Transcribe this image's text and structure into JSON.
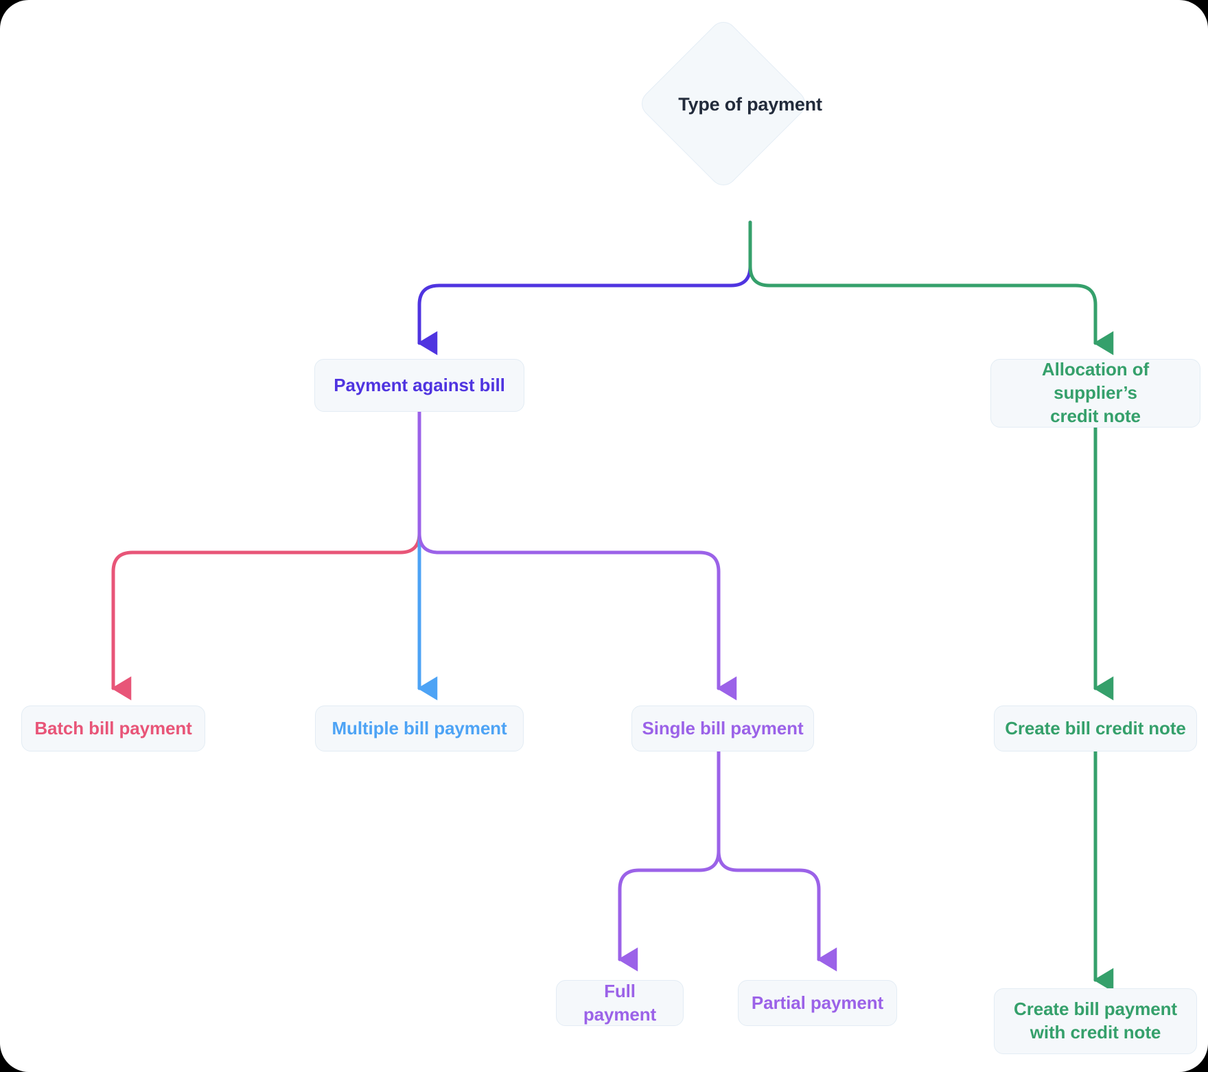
{
  "diagram": {
    "title": "Type of payment",
    "type": "flowchart",
    "colors": {
      "root_text": "#222b3b",
      "indigo": "#4f34e0",
      "green": "#35a06b",
      "blue": "#4da3f5",
      "pink": "#e85578",
      "violet": "#9b62e8",
      "node_fill": "#f5f8fb",
      "node_border": "#e3ecf4"
    },
    "root": {
      "id": "type-of-payment",
      "label": "Type of payment",
      "shape": "diamond",
      "color": "#222b3b"
    },
    "nodes": [
      {
        "id": "payment-against-bill",
        "label": "Payment against bill",
        "color": "#4f34e0",
        "level": 2,
        "lines": 1
      },
      {
        "id": "allocation-of-suppliers-credit-note",
        "label": "Allocation of supplier’s credit note",
        "line1": "Allocation of supplier’s",
        "line2": "credit note",
        "color": "#35a06b",
        "level": 2,
        "lines": 2
      },
      {
        "id": "batch-bill-payment",
        "label": "Batch bill payment",
        "color": "#e85578",
        "level": 3,
        "lines": 1
      },
      {
        "id": "multiple-bill-payment",
        "label": "Multiple bill payment",
        "color": "#4da3f5",
        "level": 3,
        "lines": 1
      },
      {
        "id": "single-bill-payment",
        "label": "Single bill payment",
        "color": "#9b62e8",
        "level": 3,
        "lines": 1
      },
      {
        "id": "create-bill-credit-note",
        "label": "Create bill credit note",
        "color": "#35a06b",
        "level": 3,
        "lines": 1
      },
      {
        "id": "full-payment",
        "label": "Full payment",
        "color": "#9b62e8",
        "level": 4,
        "lines": 1
      },
      {
        "id": "partial-payment",
        "label": "Partial payment",
        "color": "#9b62e8",
        "level": 4,
        "lines": 1
      },
      {
        "id": "create-bill-payment-with-credit-note",
        "label": "Create bill payment with credit note",
        "line1": "Create bill payment",
        "line2": "with credit note",
        "color": "#35a06b",
        "level": 4,
        "lines": 2
      }
    ],
    "edges": [
      {
        "from": "type-of-payment",
        "to": "payment-against-bill",
        "color": "#4f34e0"
      },
      {
        "from": "type-of-payment",
        "to": "allocation-of-suppliers-credit-note",
        "color": "#35a06b"
      },
      {
        "from": "payment-against-bill",
        "to": "batch-bill-payment",
        "color": "#e85578"
      },
      {
        "from": "payment-against-bill",
        "to": "multiple-bill-payment",
        "color": "#4da3f5"
      },
      {
        "from": "payment-against-bill",
        "to": "single-bill-payment",
        "color": "#9b62e8"
      },
      {
        "from": "allocation-of-suppliers-credit-note",
        "to": "create-bill-credit-note",
        "color": "#35a06b"
      },
      {
        "from": "single-bill-payment",
        "to": "full-payment",
        "color": "#9b62e8"
      },
      {
        "from": "single-bill-payment",
        "to": "partial-payment",
        "color": "#9b62e8"
      },
      {
        "from": "create-bill-credit-note",
        "to": "create-bill-payment-with-credit-note",
        "color": "#35a06b"
      }
    ]
  }
}
